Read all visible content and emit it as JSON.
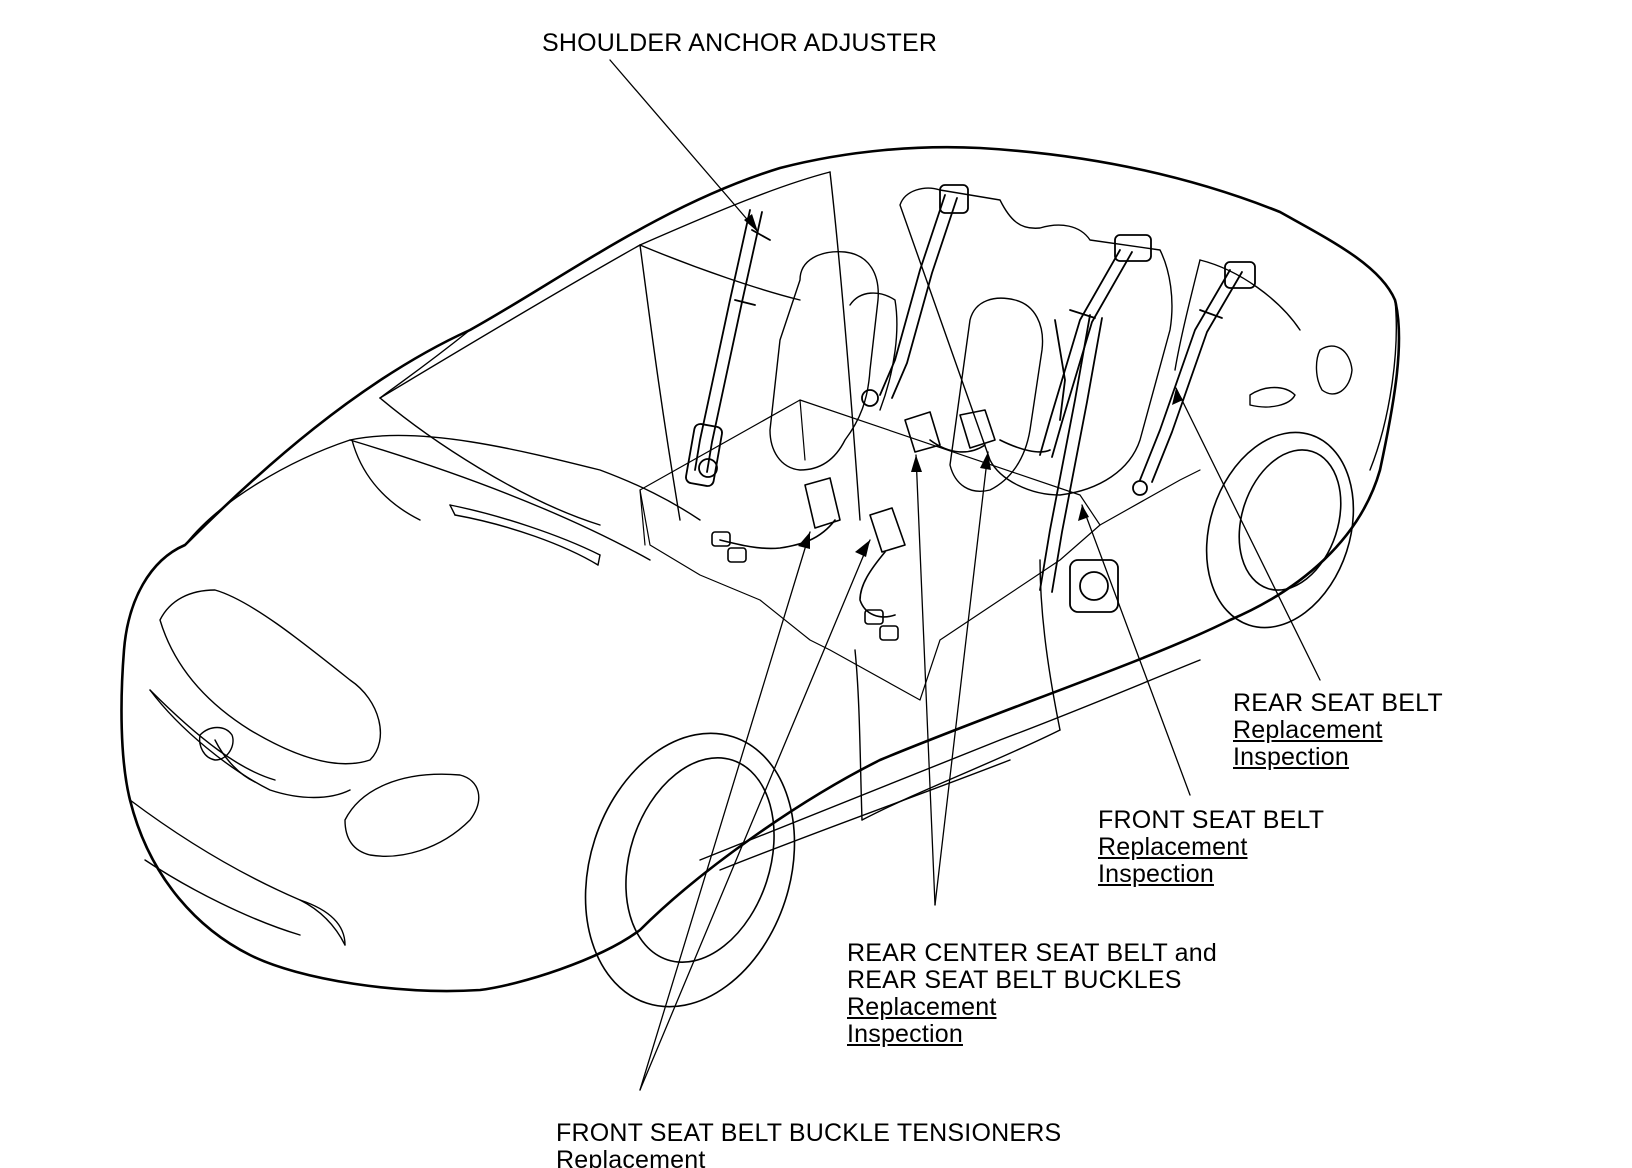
{
  "labels": {
    "shoulder_anchor": {
      "title": "SHOULDER ANCHOR ADJUSTER"
    },
    "rear_seat_belt": {
      "title": "REAR SEAT BELT",
      "links": [
        "Replacement",
        "Inspection"
      ]
    },
    "front_seat_belt": {
      "title": "FRONT SEAT BELT",
      "links": [
        "Replacement",
        "Inspection"
      ]
    },
    "rear_center": {
      "title_line1": "REAR CENTER SEAT BELT and",
      "title_line2": "REAR SEAT BELT BUCKLES",
      "links": [
        "Replacement",
        "Inspection"
      ]
    },
    "buckle_tensioners": {
      "title": "FRONT SEAT BELT BUCKLE TENSIONERS",
      "links": [
        "Replacement"
      ]
    }
  },
  "colors": {
    "line": "#000000",
    "background": "#ffffff"
  }
}
